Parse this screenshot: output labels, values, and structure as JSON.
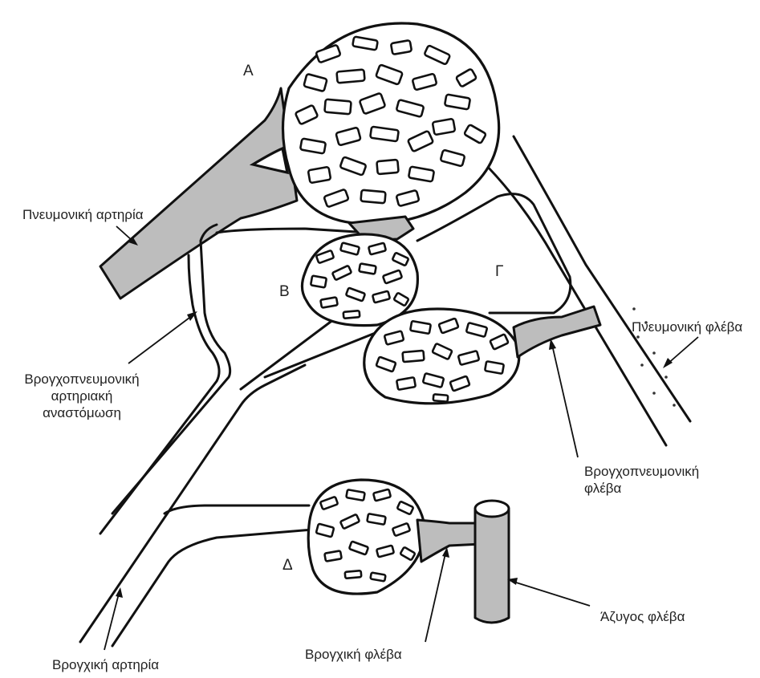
{
  "letters": {
    "a": "Α",
    "b": "Β",
    "g": "Γ",
    "d": "Δ"
  },
  "labels": {
    "pulmonary_artery": "Πνευμονική αρτηρία",
    "pulmonary_vein": "Πνευμονική φλέβα",
    "anastomosis_line1": "Βρογχοπνευμονική",
    "anastomosis_line2": "αρτηριακή",
    "anastomosis_line3": "αναστόμωση",
    "bronchopulm_vein_line1": "Βρογχοπνευμονική",
    "bronchopulm_vein_line2": "φλέβα",
    "azygos_vein": "Άζυγος φλέβα",
    "bronchial_vein": "Βρογχική φλέβα",
    "bronchial_artery": "Βρογχική αρτηρία"
  },
  "colors": {
    "ink": "#111111",
    "vessel_fill": "#bdbdbd",
    "background": "#ffffff"
  }
}
